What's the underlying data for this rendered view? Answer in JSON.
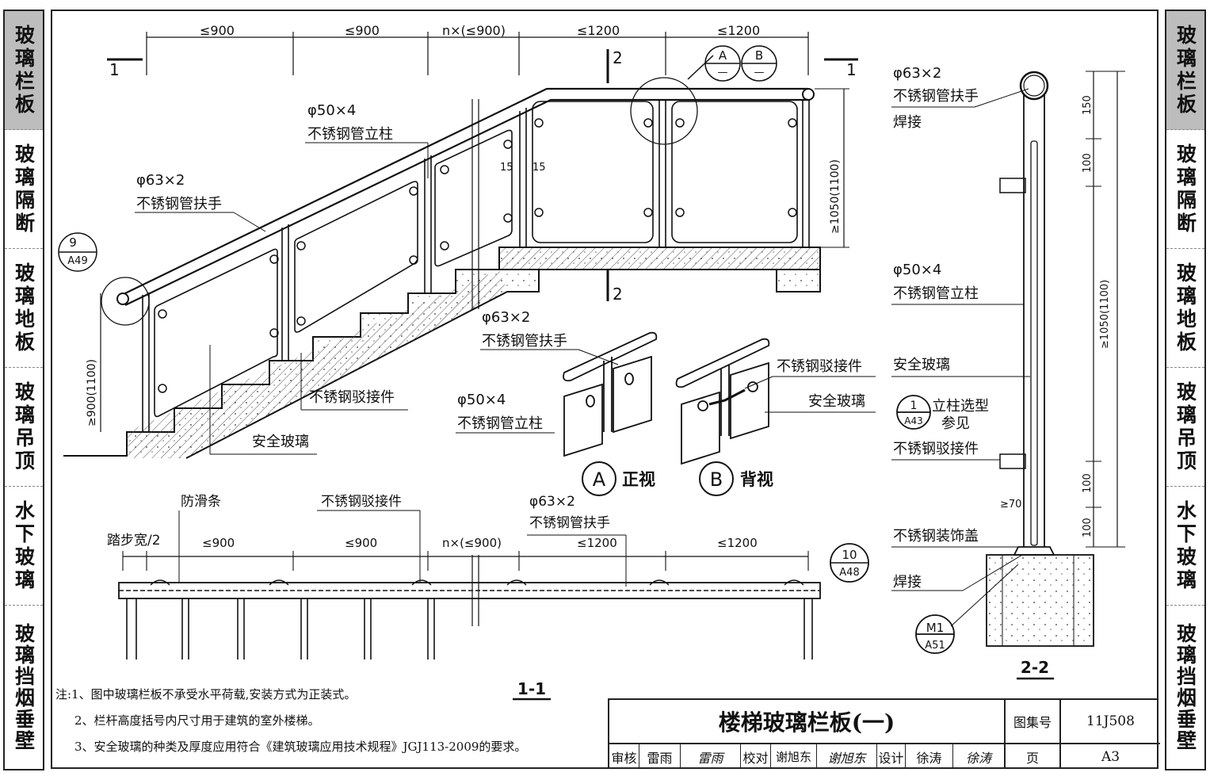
{
  "side_tabs": [
    {
      "label": "玻璃栏板",
      "active": true
    },
    {
      "label": "玻璃隔断",
      "active": false
    },
    {
      "label": "玻璃地板",
      "active": false
    },
    {
      "label": "玻璃吊顶",
      "active": false
    },
    {
      "label": "水下玻璃",
      "active": false
    },
    {
      "label": "玻璃挡烟垂壁",
      "active": false
    }
  ],
  "elevation": {
    "dims_top": [
      "≤900",
      "≤900",
      "n×(≤900)",
      "≤1200",
      "≤1200"
    ],
    "section_mark_1": "1",
    "section_mark_2": "2",
    "height_left": "≥900(1100)",
    "height_right": "≥1050(1100)",
    "post_label": [
      "φ50×4",
      "不锈钢管立柱"
    ],
    "rail_label": [
      "φ63×2",
      "不锈钢管扶手"
    ],
    "gap_left": "15",
    "gap_right": "15",
    "connector_label": "不锈钢驳接件",
    "glass_label": "安全玻璃",
    "detail_ref": {
      "top": "9",
      "bottom": "A49"
    },
    "detail_a": {
      "top": "A",
      "bottom": "—"
    },
    "detail_b": {
      "top": "B",
      "bottom": "—"
    }
  },
  "details": {
    "rail_label": [
      "φ63×2",
      "不锈钢管扶手"
    ],
    "post_label": [
      "φ50×4",
      "不锈钢管立柱"
    ],
    "connector_label": "不锈钢驳接件",
    "glass_label": "安全玻璃",
    "view_a_letter": "A",
    "view_a_name": "正视",
    "view_b_letter": "B",
    "view_b_name": "背视"
  },
  "plan": {
    "anti_slip": "防滑条",
    "connector_label": "不锈钢驳接件",
    "rail_label": [
      "φ63×2",
      "不锈钢管扶手"
    ],
    "half_tread": "踏步宽/2",
    "dims": [
      "≤900",
      "≤900",
      "n×(≤900)",
      "≤1200",
      "≤1200"
    ],
    "detail_ref": {
      "top": "10",
      "bottom": "A48"
    },
    "title": "1-1"
  },
  "section22": {
    "rail_label": [
      "φ63×2",
      "不锈钢管扶手"
    ],
    "weld": "焊接",
    "post_label": [
      "φ50×4",
      "不锈钢管立柱"
    ],
    "glass_label": "安全玻璃",
    "post_ref": {
      "top": "1",
      "bottom": "A43"
    },
    "post_ref_text": [
      "立柱选型",
      "参见"
    ],
    "connector_label": "不锈钢驳接件",
    "cover_label": "不锈钢装饰盖",
    "weld2": "焊接",
    "dims": [
      "150",
      "100",
      "≥1050(1100)",
      "100",
      "100"
    ],
    "dim_70": "≥70",
    "m1_ref": {
      "top": "M1",
      "bottom": "A51"
    },
    "title": "2-2"
  },
  "notes": [
    "注:1、图中玻璃栏板不承受水平荷载,安装方式为正装式。",
    "2、栏杆高度括号内尺寸用于建筑的室外楼梯。",
    "3、安全玻璃的种类及厚度应用符合《建筑玻璃应用技术规程》JGJ113-2009的要求。"
  ],
  "title_block": {
    "title": "楼梯玻璃栏板(一)",
    "atlas_label": "图集号",
    "atlas_no": "11J508",
    "review": "审核",
    "reviewer": "雷雨",
    "reviewer_sig": "雷雨",
    "check": "校对",
    "checker": "谢旭东",
    "checker_sig": "谢旭东",
    "design": "设计",
    "designer": "徐涛",
    "designer_sig": "徐涛",
    "page_label": "页",
    "page_no": "A3"
  }
}
